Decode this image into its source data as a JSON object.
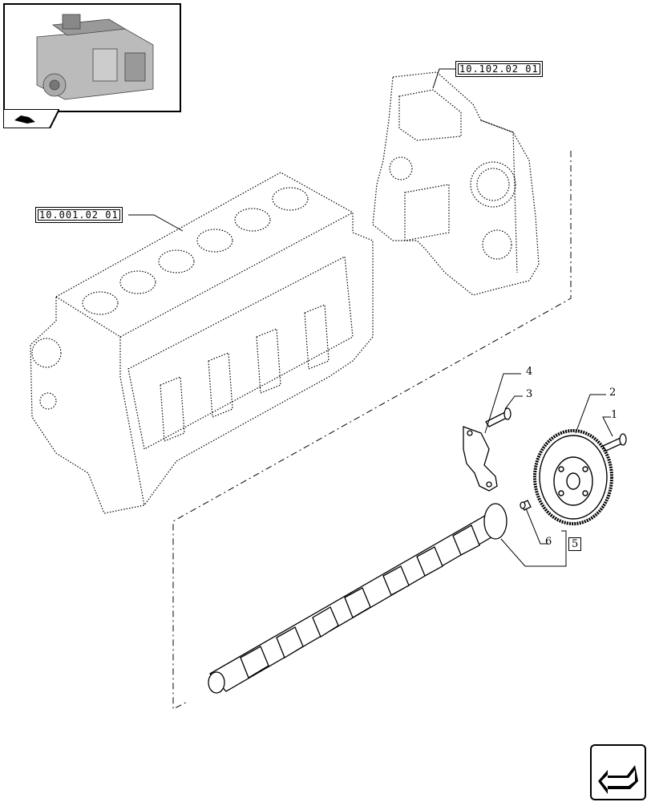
{
  "references": {
    "timing_case": "10.102.02 01",
    "engine_block": "10.001.02 01"
  },
  "callouts": {
    "c1": "1",
    "c2": "2",
    "c3": "3",
    "c4": "4",
    "c5": "5",
    "c6": "6"
  },
  "icons": {
    "thumbnail_tab": "engine-thumbnail-icon",
    "navigation": "return-arrow-icon"
  }
}
